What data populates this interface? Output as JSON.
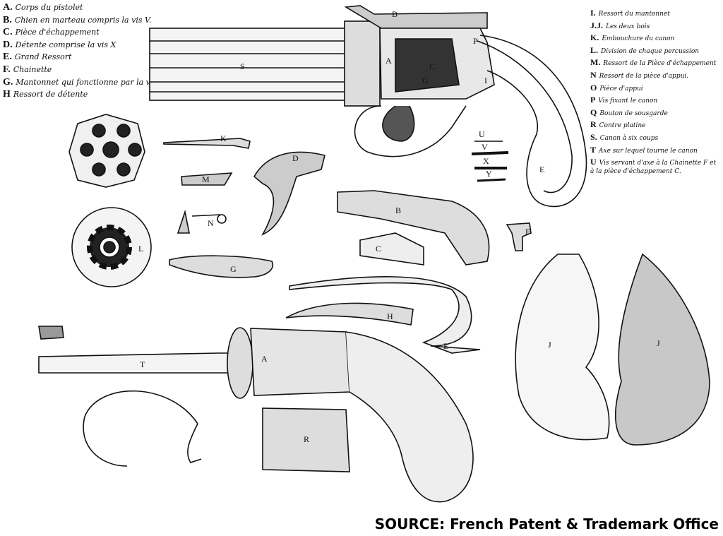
{
  "legend_left": [
    {
      "key": "A.",
      "text": "Corps du pistolet"
    },
    {
      "key": "B.",
      "text": "Chien en marteau compris la vis V."
    },
    {
      "key": "C.",
      "text": "Pièce d'échappement"
    },
    {
      "key": "D.",
      "text": "Détente comprise la vis X"
    },
    {
      "key": "E.",
      "text": "Grand Ressort"
    },
    {
      "key": "F.",
      "text": "Chainette"
    },
    {
      "key": "G.",
      "text": "Mantonnet qui fonctionne par la vis Y."
    },
    {
      "key": "H",
      "text": "Ressort de détente"
    }
  ],
  "legend_right": [
    {
      "key": "I.",
      "text": "Ressort du mantonnet"
    },
    {
      "key": "J.J.",
      "text": "Les deux bois"
    },
    {
      "key": "K.",
      "text": "Embouchure du canon"
    },
    {
      "key": "L.",
      "text": "Division de chaque percussion"
    },
    {
      "key": "M.",
      "text": "Ressort de la Pièce d'échappement"
    },
    {
      "key": "N",
      "text": "Ressort de la pièce d'appui."
    },
    {
      "key": "O",
      "text": "Pièce d'appui"
    },
    {
      "key": "P",
      "text": "Vis fixant le canon"
    },
    {
      "key": "Q",
      "text": "Bouton de sousgarde"
    },
    {
      "key": "R",
      "text": "Contre platine"
    },
    {
      "key": "S.",
      "text": "Canon à six coups"
    },
    {
      "key": "T",
      "text": "Axe sur lequel tourne le canon"
    },
    {
      "key": "U",
      "text": "Vis servant d'axe à la Chainette F et à la pièce d'échappement C."
    }
  ],
  "part_labels": {
    "B_top": "B",
    "S": "S",
    "A_top": "A",
    "C_top": "C",
    "G_top": "G",
    "P": "P",
    "I": "I",
    "E_top": "E",
    "K": "K",
    "M": "M",
    "D": "D",
    "N": "N",
    "L": "L",
    "G": "G",
    "B": "B",
    "C": "C",
    "F": "F",
    "U": "U",
    "V": "V",
    "X": "X",
    "Y": "Y",
    "H": "H",
    "E": "E",
    "T": "T",
    "A": "A",
    "R": "R",
    "J1": "J",
    "J2": "J"
  },
  "source": "SOURCE: French Patent & Trademark Office"
}
